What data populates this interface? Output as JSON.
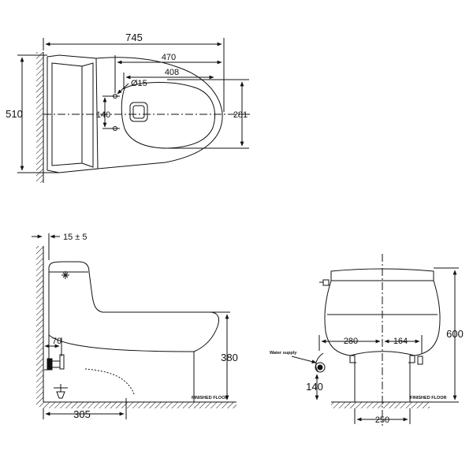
{
  "top_view": {
    "overall_length": "745",
    "bowl_length": "470",
    "opening_length": "408",
    "depth": "510",
    "bowl_width": "281",
    "hole_diameter": "Ø15",
    "hole_spacing": "140"
  },
  "side_view": {
    "wall_gap": "15 ± 5",
    "inlet_offset": "70",
    "seat_height": "380",
    "outlet_offset": "305",
    "floor_label": "FINISHED FLOOR"
  },
  "front_view": {
    "total_height": "600",
    "left_width": "280",
    "right_width": "164",
    "water_supply_label": "Water supply",
    "supply_height": "140",
    "base_width": "250",
    "floor_label": "FINISHED FLOOR"
  },
  "colors": {
    "line": "#111111",
    "background": "#ffffff"
  }
}
